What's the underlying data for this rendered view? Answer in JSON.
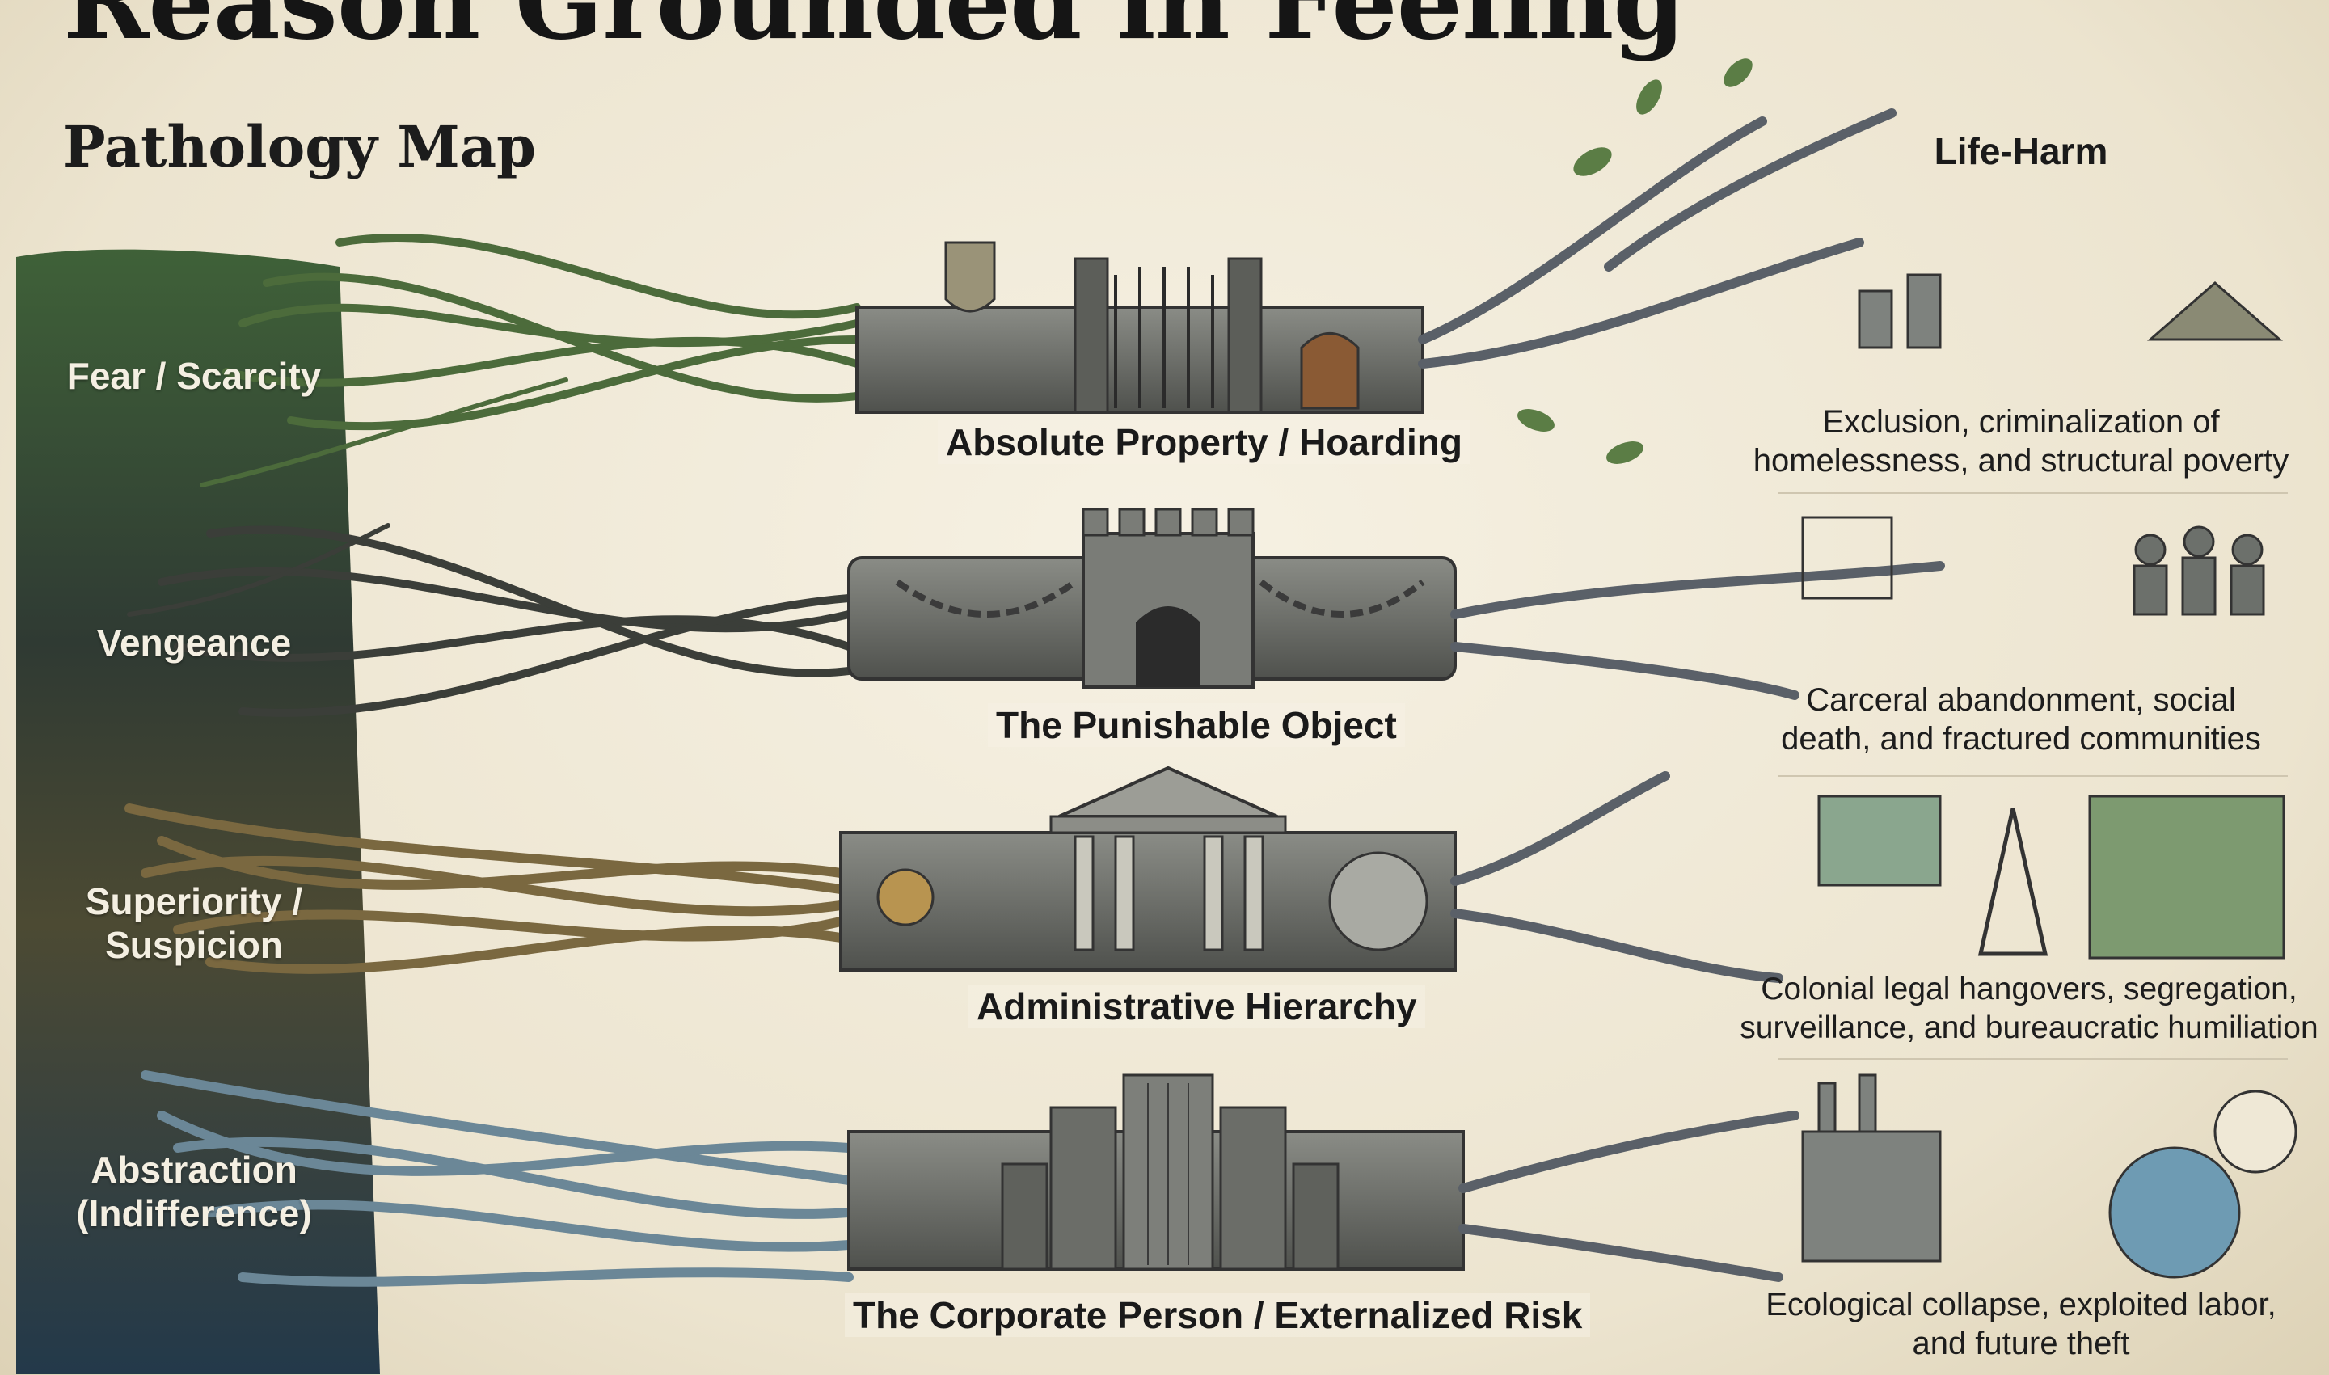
{
  "title": "Reason Grounded in Feeling",
  "subtitle": "Pathology Map",
  "harm_heading": "Life-Harm",
  "colors": {
    "fear": "#4a6b3c",
    "vengeance": "#3c3f3a",
    "superiority": "#6b5a38",
    "abstraction": "#3e5868",
    "stone": "#6f716c",
    "ink": "#1a1a1a"
  },
  "rows": [
    {
      "root": "Fear / Scarcity",
      "institution": "Absolute Property / Hoarding",
      "harm": "Exclusion, criminalization of\nhomelessness, and structural poverty"
    },
    {
      "root": "Vengeance",
      "institution": "The Punishable Object",
      "harm": "Carceral abandonment, social\ndeath, and fractured communities"
    },
    {
      "root": "Superiority /\nSuspicion",
      "institution": "Administrative Hierarchy",
      "harm": "Colonial legal hangovers, segregation,\nsurveillance, and bureaucratic humiliation"
    },
    {
      "root": "Abstraction\n(Indifference)",
      "institution": "The Corporate Person / Externalized Risk",
      "harm": "Ecological collapse, exploited labor,\nand future theft"
    }
  ]
}
